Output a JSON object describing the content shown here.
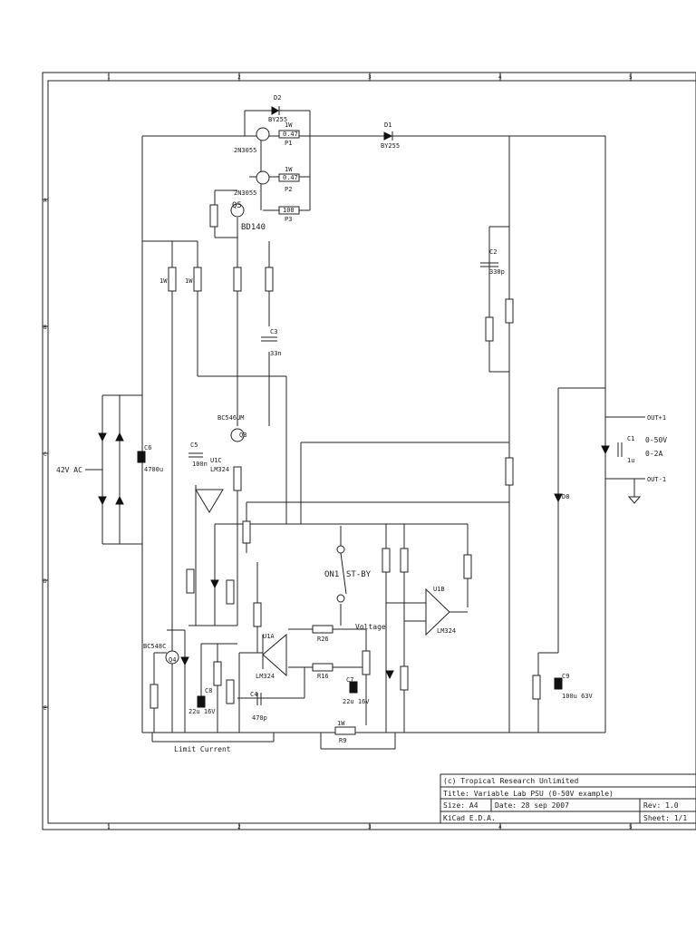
{
  "border": {
    "columns": [
      "1",
      "2",
      "3",
      "4",
      "5"
    ],
    "rows": [
      "A",
      "B",
      "C",
      "D",
      "E"
    ]
  },
  "labels": {
    "d2": "D2",
    "d2_val": "BY255",
    "d1": "D1",
    "d1_val": "BY255",
    "q_top": "2N3055",
    "q_mid": "2N3055",
    "p1": "P1",
    "p1_w": "1W",
    "p1_val": "0.47",
    "p2": "P2",
    "p2_w": "1W",
    "p2_val": "0.47",
    "p3": "P3",
    "p3_val": "100",
    "q5": "Q5",
    "q5_val": "BD140",
    "c2": "C2",
    "c2_val": "330p",
    "c3": "C3",
    "c3_val": "33n",
    "r_1w_a": "1W",
    "r_1w_b": "1W",
    "bc546": "BC546UM",
    "q3": "Q3",
    "c5": "C5",
    "c5_val": "100n",
    "u1c": "U1C",
    "u1c_val": "LM324",
    "c6": "C6",
    "c6_val": "4700u",
    "ac_in": "42V AC",
    "u1b": "U1B",
    "u1b_val": "LM324",
    "sw": "ON1",
    "sw_val": "ST-BY",
    "voltage": "Voltage",
    "u1a": "U1A",
    "u1a_val": "LM324",
    "r26": "R26",
    "r16": "R16",
    "c7": "C7",
    "c7_val": "22u 16V",
    "c8": "C8",
    "c8_val": "22u 16V",
    "c4": "C4",
    "c4_val": "470p",
    "r9": "R9",
    "r9_w": "1W",
    "bc548": "BC548C",
    "q4": "Q4",
    "c9": "C9",
    "c9_val": "100u 63V",
    "d8": "D8",
    "c1": "C1",
    "c1_val": "1u",
    "out_pos": "OUT+1",
    "out_neg": "OUT-1",
    "v_range": "0-50V",
    "a_range": "0-2A",
    "limit": "Limit  Current"
  },
  "title_block": {
    "copyright": "(c) Tropical Research Unlimited",
    "title": "Title: Variable Lab PSU (0-50V example)",
    "size": "Size: A4",
    "date": "Date: 28 sep 2007",
    "rev": "Rev: 1.0",
    "tool": "KiCad E.D.A.",
    "sheet": "Sheet: 1/1"
  }
}
